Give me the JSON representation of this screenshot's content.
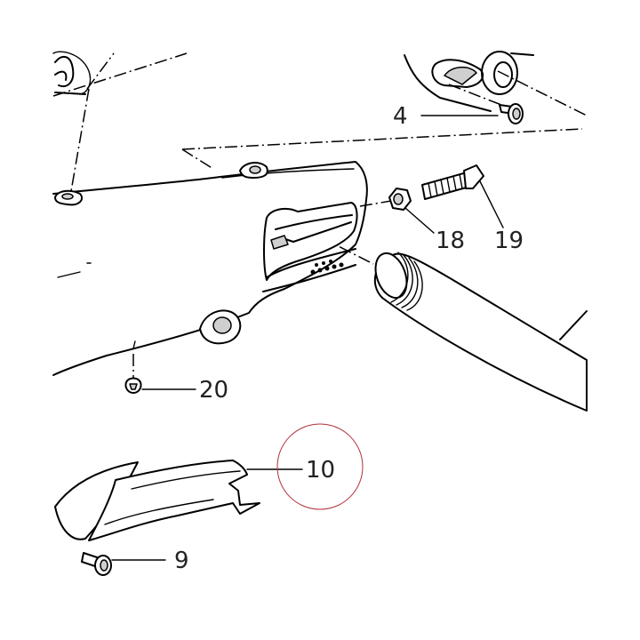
{
  "labels": {
    "part_4": "4",
    "part_18": "18",
    "part_19": "19",
    "part_20": "20",
    "part_10": "10",
    "part_9": "9"
  },
  "colors": {
    "line": "#000000",
    "background": "#ffffff",
    "highlight_circle": "#b0303a"
  }
}
